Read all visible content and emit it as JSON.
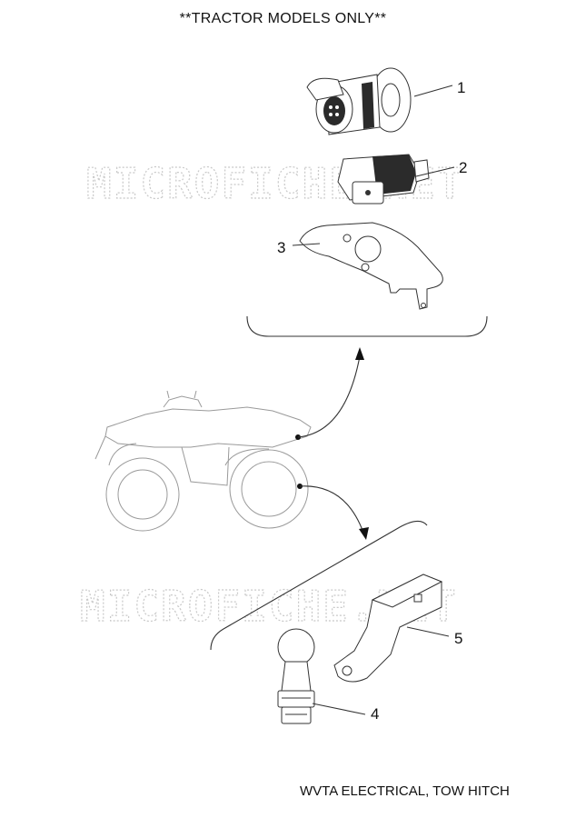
{
  "header": {
    "title": "**TRACTOR MODELS ONLY**"
  },
  "watermark": {
    "text": "MICROFICHE.NET"
  },
  "callouts": [
    "1",
    "2",
    "3",
    "4",
    "5"
  ],
  "footer": {
    "caption": "WVTA ELECTRICAL, TOW HITCH"
  }
}
